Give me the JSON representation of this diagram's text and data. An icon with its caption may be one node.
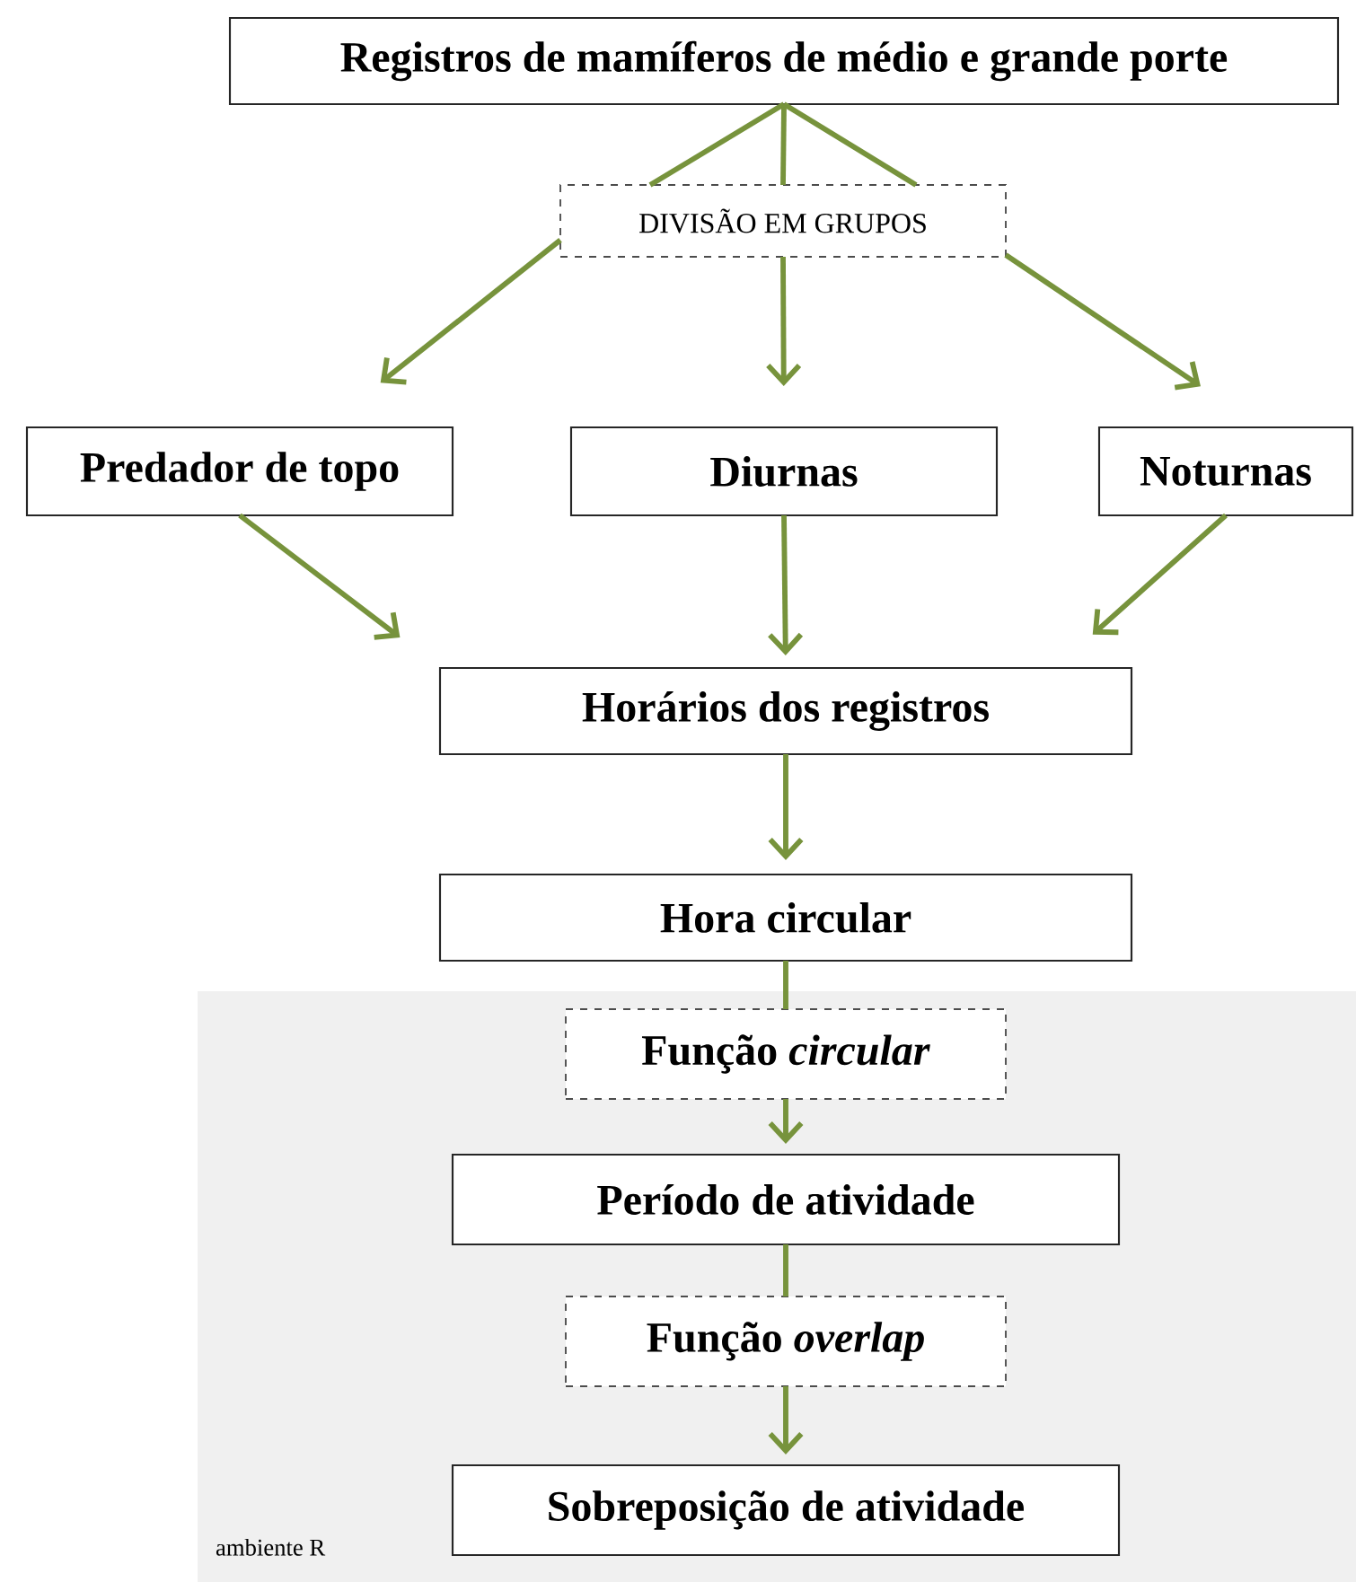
{
  "diagram": {
    "nodes": [
      {
        "text": [
          "Registros de mamíferos de médio e grande porte"
        ]
      },
      {
        "text": [
          "DIVISÃO EM GRUPOS"
        ]
      },
      {
        "text": [
          "Predador de topo"
        ]
      },
      {
        "text": [
          "Diurnas"
        ]
      },
      {
        "text": [
          "Noturnas"
        ]
      },
      {
        "text": [
          "Horários dos registros"
        ]
      },
      {
        "text": [
          "Hora circular"
        ]
      },
      {
        "text": [
          "ambiente R"
        ]
      },
      {
        "text": [
          "Função *circular*"
        ],
        "in": 7
      },
      {
        "text": [
          "Período de atividade"
        ],
        "in": 7
      },
      {
        "text": [
          "Função *overlap*"
        ],
        "in": 7
      },
      {
        "text": [
          "Sobreposição de atividade"
        ],
        "in": 7
      }
    ],
    "edges": [
      {
        "from": 0,
        "to": 1,
        "arrow": "none"
      },
      {
        "from": 0,
        "to": 1,
        "arrow": "none"
      },
      {
        "from": 0,
        "to": 1,
        "arrow": "none"
      },
      {
        "from": 1,
        "to": 2,
        "arrow": "to"
      },
      {
        "from": 1,
        "to": 3,
        "arrow": "to"
      },
      {
        "from": 1,
        "to": 4,
        "arrow": "to"
      },
      {
        "from": 2,
        "to": 5,
        "arrow": "to"
      },
      {
        "from": 3,
        "to": 5,
        "arrow": "to"
      },
      {
        "from": 4,
        "to": 5,
        "arrow": "to"
      },
      {
        "from": 5,
        "to": 6,
        "arrow": "to"
      },
      {
        "from": 6,
        "to": 8,
        "arrow": "none"
      },
      {
        "from": 8,
        "to": 9,
        "arrow": "to"
      },
      {
        "from": 9,
        "to": 10,
        "arrow": "none"
      },
      {
        "from": 10,
        "to": 11,
        "arrow": "to"
      }
    ]
  }
}
